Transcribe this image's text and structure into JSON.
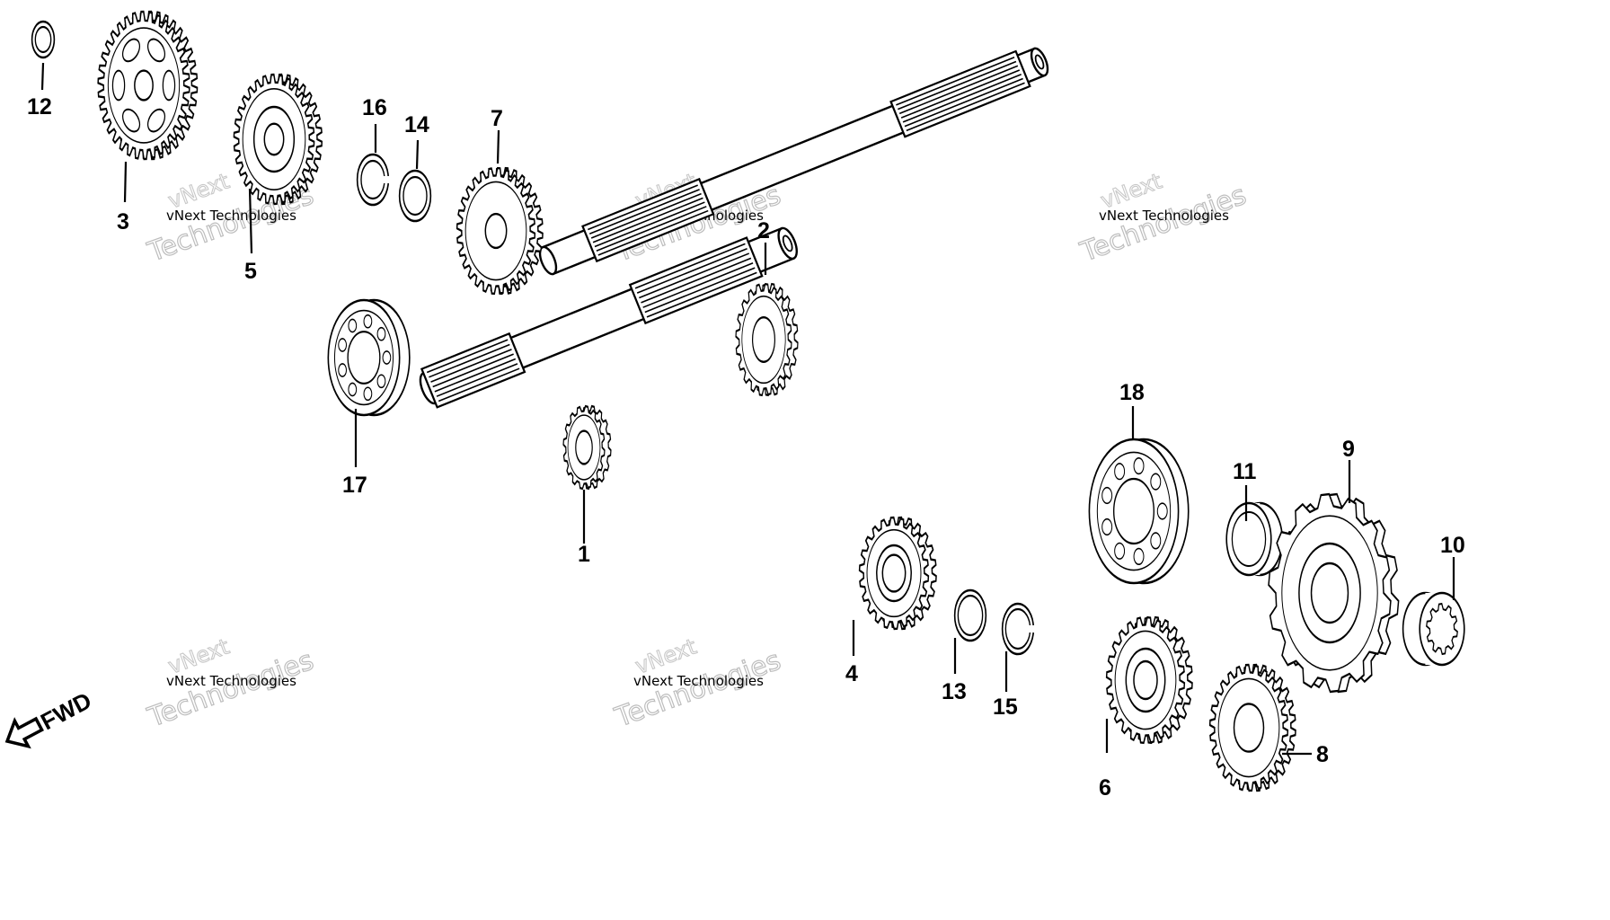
{
  "diagram": {
    "callouts": [
      {
        "id": "p1",
        "label": "1"
      },
      {
        "id": "p2",
        "label": "2"
      },
      {
        "id": "p3",
        "label": "3"
      },
      {
        "id": "p4",
        "label": "4"
      },
      {
        "id": "p5",
        "label": "5"
      },
      {
        "id": "p6",
        "label": "6"
      },
      {
        "id": "p7",
        "label": "7"
      },
      {
        "id": "p8",
        "label": "8"
      },
      {
        "id": "p9",
        "label": "9"
      },
      {
        "id": "p10",
        "label": "10"
      },
      {
        "id": "p11",
        "label": "11"
      },
      {
        "id": "p12",
        "label": "12"
      },
      {
        "id": "p13",
        "label": "13"
      },
      {
        "id": "p14",
        "label": "14"
      },
      {
        "id": "p15",
        "label": "15"
      },
      {
        "id": "p16",
        "label": "16"
      },
      {
        "id": "p17",
        "label": "17"
      },
      {
        "id": "p18",
        "label": "18"
      }
    ],
    "direction_label": "FWD",
    "watermark": {
      "line1": "vNext Technologies",
      "line2": "Technologies",
      "line3": "vNext"
    }
  }
}
